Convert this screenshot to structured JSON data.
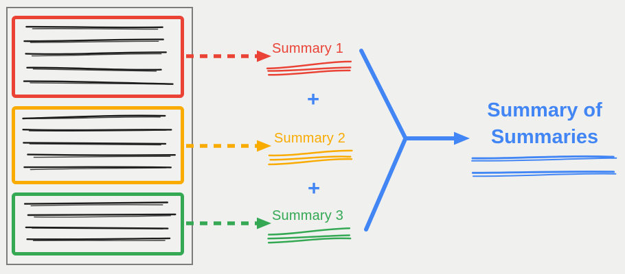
{
  "canvas": {
    "background": "#f0f0ef"
  },
  "document": {
    "border_color": "#7c7c7c",
    "fill": "#f1f1f0",
    "ink_color": "#1d1d1d",
    "sections": [
      {
        "id": "section-1",
        "color": "#ea4335",
        "line_count": 5
      },
      {
        "id": "section-2",
        "color": "#f9ab00",
        "line_count": 5
      },
      {
        "id": "section-3",
        "color": "#34a853",
        "line_count": 4
      }
    ]
  },
  "summaries": [
    {
      "label": "Summary 1",
      "color": "#ea4335"
    },
    {
      "label": "Summary 2",
      "color": "#f9ab00"
    },
    {
      "label": "Summary 3",
      "color": "#34a853"
    }
  ],
  "operators": {
    "plus": "+",
    "color": "#4285f4"
  },
  "merge": {
    "color": "#4285f4"
  },
  "result": {
    "label": "Summary of Summaries",
    "color": "#4285f4"
  }
}
